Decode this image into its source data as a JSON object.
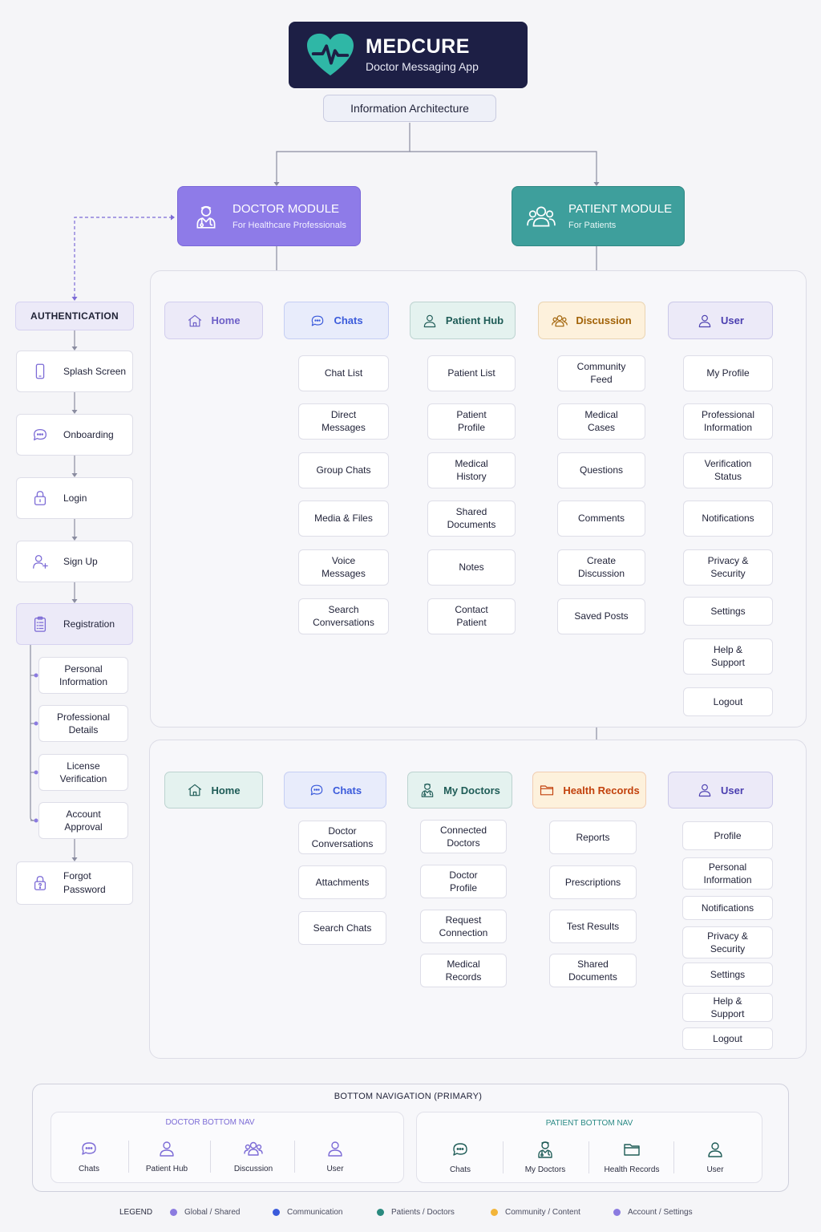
{
  "header": {
    "brand": "MEDCURE",
    "subtitle": "Doctor Messaging App",
    "architecture_label": "Information Architecture",
    "brand_bg": "#1d1f45",
    "logo_color": "#2fb7a6"
  },
  "doctor_module": {
    "title": "DOCTOR MODULE",
    "subtitle": "For Healthcare Professionals",
    "color": "#8e7be8",
    "icon": "doctor-icon"
  },
  "patient_module": {
    "title": "PATIENT MODULE",
    "subtitle": "For Patients",
    "color": "#3e9f9c",
    "icon": "patients-icon"
  },
  "authentication": {
    "title": "AUTHENTICATION",
    "steps": [
      {
        "label": "Splash Screen",
        "icon": "phone-icon"
      },
      {
        "label": "Onboarding",
        "icon": "chat-bubble-icon"
      },
      {
        "label": "Login",
        "icon": "lock-icon"
      },
      {
        "label": "Sign Up",
        "icon": "add-user-icon"
      },
      {
        "label": "Registration",
        "icon": "clipboard-icon"
      }
    ],
    "registration_items": [
      "Personal\nInformation",
      "Professional\nDetails",
      "License\nVerification",
      "Account\nApproval"
    ],
    "forgot": {
      "label": "Forgot\nPassword",
      "icon": "lock-question-icon"
    }
  },
  "doctor_sections": [
    {
      "label": "Home",
      "icon": "home-icon",
      "color": "#6d5fc7",
      "bg": "#eceaf8",
      "items": []
    },
    {
      "label": "Chats",
      "icon": "chat-bubble-icon",
      "color": "#3b5bdb",
      "bg": "#e8ecfb",
      "items": [
        "Chat List",
        "Direct\nMessages",
        "Group Chats",
        "Media & Files",
        "Voice\nMessages",
        "Search\nConversations"
      ]
    },
    {
      "label": "Patient Hub",
      "icon": "person-icon",
      "color": "#1f5c57",
      "bg": "#e4f2ef",
      "items": [
        "Patient List",
        "Patient\nProfile",
        "Medical\nHistory",
        "Shared\nDocuments",
        "Notes",
        "Contact\nPatient"
      ]
    },
    {
      "label": "Discussion",
      "icon": "group-icon",
      "color": "#a16207",
      "bg": "#fdf1dc",
      "items": [
        "Community\nFeed",
        "Medical\nCases",
        "Questions",
        "Comments",
        "Create\nDiscussion",
        "Saved Posts"
      ]
    },
    {
      "label": "User",
      "icon": "person-icon",
      "color": "#4b3fb0",
      "bg": "#eceaf8",
      "items": [
        "My Profile",
        "Professional\nInformation",
        "Verification\nStatus",
        "Notifications",
        "Privacy &\nSecurity",
        "Settings",
        "Help &\nSupport",
        "Logout"
      ]
    }
  ],
  "patient_sections": [
    {
      "label": "Home",
      "icon": "home-icon",
      "color": "#1f5c57",
      "bg": "#e4f2ef",
      "items": []
    },
    {
      "label": "Chats",
      "icon": "chat-bubble-icon",
      "color": "#3b5bdb",
      "bg": "#e8ecfb",
      "items": [
        "Doctor\nConversations",
        "Attachments",
        "Search Chats"
      ]
    },
    {
      "label": "My Doctors",
      "icon": "doctor-icon",
      "color": "#1f5c57",
      "bg": "#e4f2ef",
      "items": [
        "Connected\nDoctors",
        "Doctor\nProfile",
        "Request\nConnection",
        "Medical\nRecords"
      ]
    },
    {
      "label": "Health Records",
      "icon": "folder-icon",
      "color": "#c2410c",
      "bg": "#fdf1dc",
      "items": [
        "Reports",
        "Prescriptions",
        "Test Results",
        "Shared\nDocuments"
      ]
    },
    {
      "label": "User",
      "icon": "person-icon",
      "color": "#4b3fb0",
      "bg": "#eceaf8",
      "items": [
        "Profile",
        "Personal\nInformation",
        "Notifications",
        "Privacy &\nSecurity",
        "Settings",
        "Help &\nSupport",
        "Logout"
      ]
    }
  ],
  "bottom_nav": {
    "title": "BOTTOM NAVIGATION (PRIMARY)",
    "doctor": {
      "title": "DOCTOR BOTTOM NAV",
      "color": "#7c6bd6",
      "items": [
        {
          "label": "Chats",
          "icon": "chat-bubble-icon"
        },
        {
          "label": "Patient Hub",
          "icon": "person-icon"
        },
        {
          "label": "Discussion",
          "icon": "group-icon"
        },
        {
          "label": "User",
          "icon": "person-icon"
        }
      ]
    },
    "patient": {
      "title": "PATIENT BOTTOM NAV",
      "color": "#2a8a85",
      "items": [
        {
          "label": "Chats",
          "icon": "chat-bubble-icon"
        },
        {
          "label": "My Doctors",
          "icon": "doctor-icon"
        },
        {
          "label": "Health Records",
          "icon": "folder-icon"
        },
        {
          "label": "User",
          "icon": "person-icon"
        }
      ]
    }
  },
  "legend": {
    "title": "LEGEND",
    "items": [
      {
        "label": "Global / Shared",
        "color": "#8b7be0"
      },
      {
        "label": "Communication",
        "color": "#3b5bdb"
      },
      {
        "label": "Patients / Doctors",
        "color": "#2a8a7f"
      },
      {
        "label": "Community / Content",
        "color": "#f2b53a"
      },
      {
        "label": "Account / Settings",
        "color": "#8b7be0"
      }
    ]
  }
}
